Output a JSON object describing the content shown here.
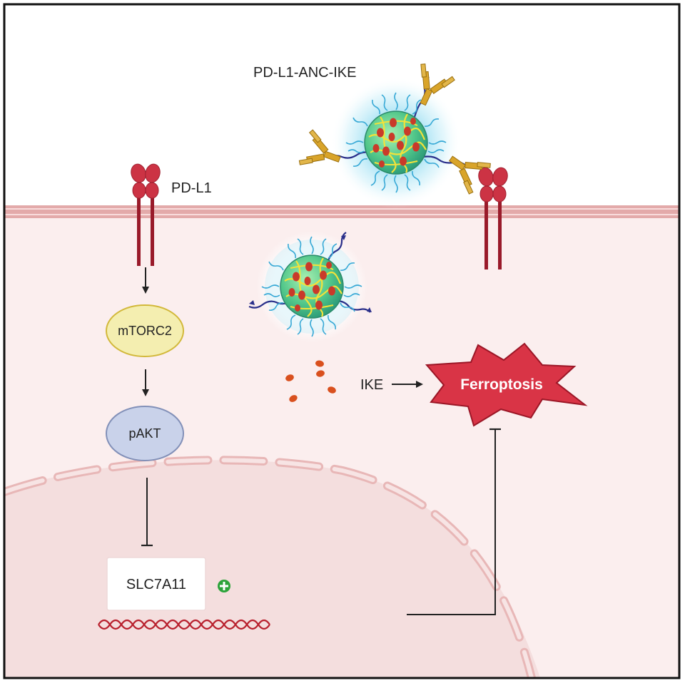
{
  "labels": {
    "nanoparticle_title": "PD-L1-ANC-IKE",
    "receptor": "PD-L1",
    "mtorc2": "mTORC2",
    "pakt": "pAKT",
    "ike": "IKE",
    "ferroptosis": "Ferroptosis",
    "gene": "SLC7A11"
  },
  "colors": {
    "frame": "#111111",
    "cytoplasm": "#fbeeee",
    "nucleus": "#f4dede",
    "membrane": "#e3aaaa",
    "receptor": "#cc3344",
    "receptor_stalk": "#991a2a",
    "mtorc2_fill": "#f4eeb0",
    "mtorc2_stroke": "#d2b83a",
    "pakt_fill": "#c9d2ea",
    "pakt_stroke": "#8290b8",
    "ferroptosis_fill": "#d93446",
    "ferroptosis_stroke": "#9b1626",
    "drug_dots": "#d9501e",
    "plus_badge": "#2ca33a",
    "dna": "#b81f2c"
  },
  "icons": [
    "receptor-icon",
    "antibody-icon",
    "nanoparticle-icon",
    "dna-icon",
    "plus-icon",
    "starburst-icon"
  ]
}
